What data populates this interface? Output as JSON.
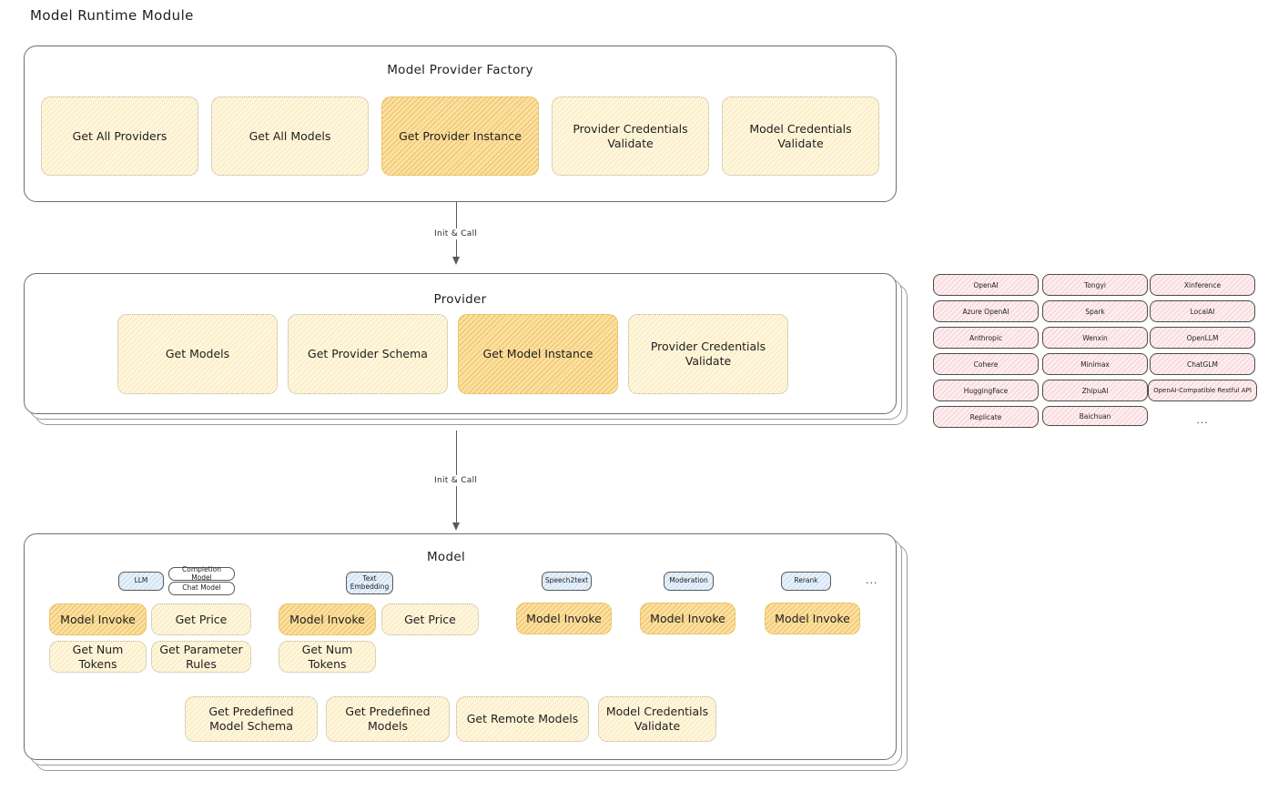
{
  "page": {
    "title": "Model Runtime Module"
  },
  "factory": {
    "title": "Model Provider Factory",
    "nodes": [
      {
        "label": "Get All Providers",
        "highlight": false
      },
      {
        "label": "Get All Models",
        "highlight": false
      },
      {
        "label": "Get Provider Instance",
        "highlight": true
      },
      {
        "label": "Provider Credentials Validate",
        "highlight": false
      },
      {
        "label": "Model Credentials Validate",
        "highlight": false
      }
    ]
  },
  "arrows": [
    {
      "label": "Init & Call"
    },
    {
      "label": "Init & Call"
    }
  ],
  "provider": {
    "title": "Provider",
    "nodes": [
      {
        "label": "Get Models",
        "highlight": false
      },
      {
        "label": "Get Provider Schema",
        "highlight": false
      },
      {
        "label": "Get Model Instance",
        "highlight": true
      },
      {
        "label": "Provider Credentials Validate",
        "highlight": false
      }
    ]
  },
  "provider_list": {
    "columns": [
      {
        "items": [
          "OpenAI",
          "Azure OpenAI",
          "Anthropic",
          "Cohere",
          "HuggingFace",
          "Replicate"
        ]
      },
      {
        "items": [
          "Tongyi",
          "Spark",
          "Wenxin",
          "Minimax",
          "ZhipuAI",
          "Baichuan"
        ]
      },
      {
        "items": [
          "Xinference",
          "LocalAI",
          "OpenLLM",
          "ChatGLM",
          "OpenAI-Compatible Restful API"
        ]
      }
    ],
    "more": "..."
  },
  "model": {
    "title": "Model",
    "more_tag": "...",
    "groups": [
      {
        "tag": "LLM",
        "sub_tags": [
          "Completion Model",
          "Chat Model"
        ],
        "nodes": [
          {
            "label": "Model Invoke",
            "highlight": true
          },
          {
            "label": "Get Price",
            "highlight": false
          },
          {
            "label": "Get Num Tokens",
            "highlight": false
          },
          {
            "label": "Get Parameter Rules",
            "highlight": false
          }
        ]
      },
      {
        "tag": "Text Embedding",
        "sub_tags": [],
        "nodes": [
          {
            "label": "Model Invoke",
            "highlight": true
          },
          {
            "label": "Get Price",
            "highlight": false
          },
          {
            "label": "Get Num Tokens",
            "highlight": false
          }
        ]
      },
      {
        "tag": "Speech2text",
        "sub_tags": [],
        "nodes": [
          {
            "label": "Model Invoke",
            "highlight": true
          }
        ]
      },
      {
        "tag": "Moderation",
        "sub_tags": [],
        "nodes": [
          {
            "label": "Model Invoke",
            "highlight": true
          }
        ]
      },
      {
        "tag": "Rerank",
        "sub_tags": [],
        "nodes": [
          {
            "label": "Model Invoke",
            "highlight": true
          }
        ]
      }
    ],
    "shared_nodes": [
      {
        "label": "Get Predefined Model Schema"
      },
      {
        "label": "Get Predefined Models"
      },
      {
        "label": "Get Remote Models"
      },
      {
        "label": "Model Credentials Validate"
      }
    ]
  },
  "colors": {
    "node_fill": "#fdf6df",
    "node_fill_highlight": "#fbe0a4",
    "tag_fill": "#e7f1fa",
    "chip_fill": "#fdeef0",
    "stroke": "#6f6f6f",
    "text": "#1e1e1e"
  }
}
